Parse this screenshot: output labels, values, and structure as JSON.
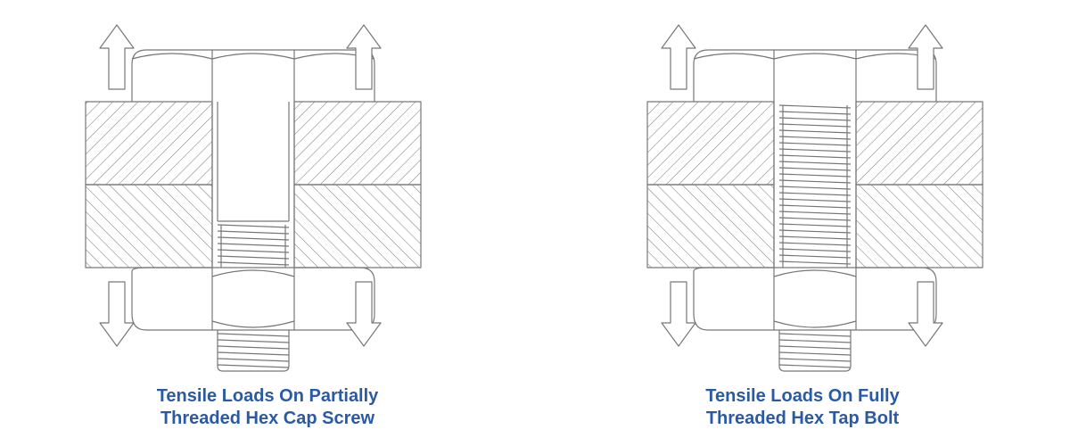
{
  "colors": {
    "stroke": "#777777",
    "caption": "#2a5aa3",
    "background": "#ffffff"
  },
  "diagrams": [
    {
      "name": "partially-threaded-hex-cap-screw",
      "caption_line1": "Tensile Loads On Partially",
      "caption_line2": "Threaded Hex Cap Screw",
      "threading": "partial"
    },
    {
      "name": "fully-threaded-hex-tap-bolt",
      "caption_line1": "Tensile Loads On Fully",
      "caption_line2": "Threaded Hex Tap Bolt",
      "threading": "full"
    }
  ],
  "icons": {
    "load_up": "arrow-up-icon",
    "load_down": "arrow-down-icon"
  }
}
